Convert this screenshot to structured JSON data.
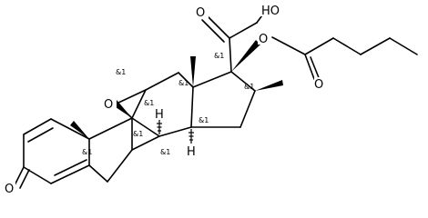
{
  "atoms": {
    "o_ketone_top": "O",
    "oh": "HO",
    "o_ester": "O",
    "o_carbonyl_ester": "O",
    "o_epoxide": "O",
    "o_ketone_a": "O",
    "h_c14": "H",
    "h_c8": "H"
  },
  "stereo": {
    "c17": "&1",
    "c13": "&1",
    "c16": "&1",
    "c12": "&1",
    "c11": "&1",
    "c9": "&1",
    "c10": "&1",
    "c14": "&1",
    "c8": "&1"
  }
}
